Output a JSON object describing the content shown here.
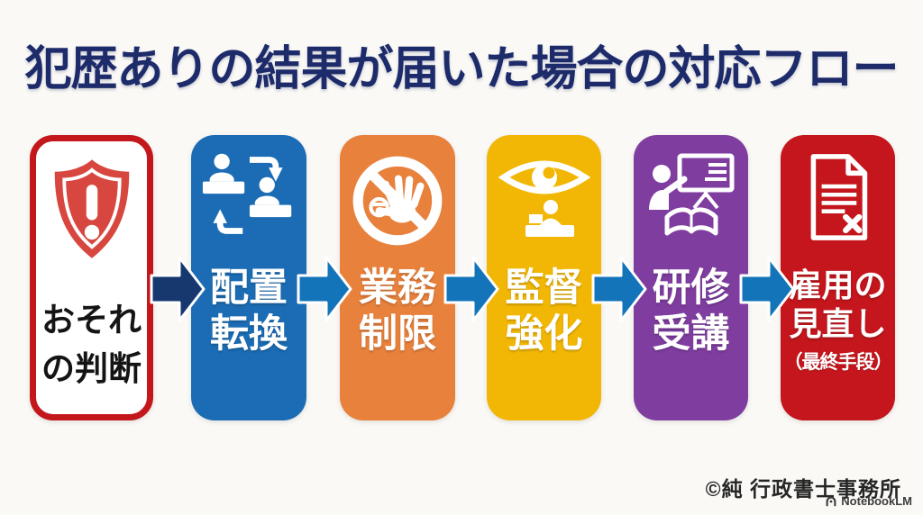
{
  "title": "犯歴ありの結果が届いた場合の対応フロー",
  "title_color": "#1d2b6b",
  "background": "#faf9f6",
  "steps": [
    {
      "line1": "おそれ",
      "line2": "の判断",
      "icon": "alert-shield-icon",
      "bg": "#ffffff",
      "border": "#c3171c",
      "text": "#141414",
      "icon_color": "#d8473f"
    },
    {
      "line1": "配置",
      "line2": "転換",
      "icon": "staff-transfer-icon",
      "bg": "#1b6cb4",
      "text": "#ffffff",
      "icon_color": "#ffffff"
    },
    {
      "line1": "業務",
      "line2": "制限",
      "icon": "no-entry-hand-icon",
      "bg": "#e8813c",
      "text": "#ffffff",
      "icon_color": "#ffffff"
    },
    {
      "line1": "監督",
      "line2": "強化",
      "icon": "supervision-eye-icon",
      "bg": "#f2b705",
      "text": "#ffffff",
      "icon_color": "#ffffff"
    },
    {
      "line1": "研修",
      "line2": "受講",
      "icon": "training-lecture-icon",
      "bg": "#7f3da0",
      "text": "#ffffff",
      "icon_color": "#ffffff"
    },
    {
      "line1": "雇用の",
      "line2": "見直し",
      "line3": "（最終手段）",
      "icon": "contract-x-icon",
      "bg": "#c4161c",
      "text": "#ffffff",
      "icon_color": "#ffffff"
    }
  ],
  "arrow_colors": [
    "#16386f",
    "#1474ba",
    "#1474ba",
    "#1474ba",
    "#1474ba"
  ],
  "arrow_outline": "#ffffff",
  "footer": {
    "copyright": "©純 行政書士事務所",
    "watermark": "NotebookLM"
  }
}
